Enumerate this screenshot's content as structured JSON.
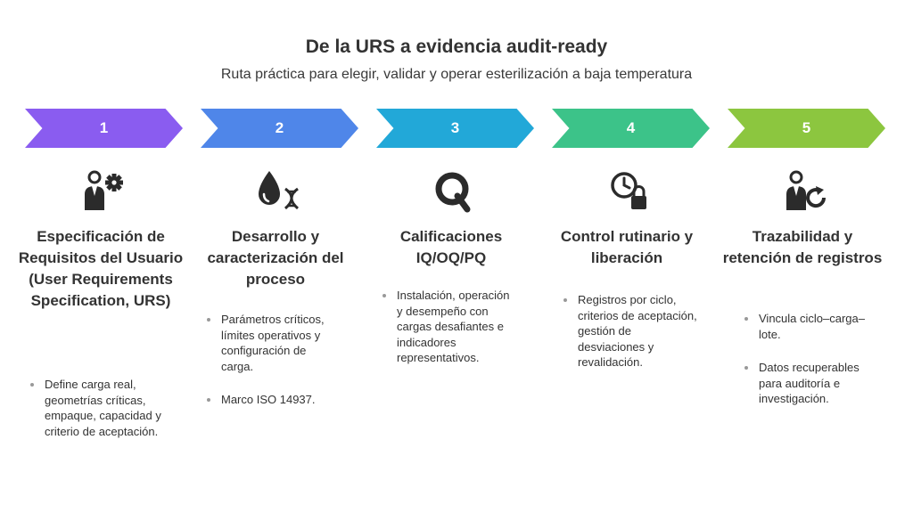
{
  "header": {
    "title": "De la URS a evidencia audit-ready",
    "subtitle": "Ruta práctica para elegir, validar y operar esterilización a baja temperatura"
  },
  "stages": [
    {
      "number": "1",
      "color": "#8a5cf0",
      "icon": "user-gear-icon",
      "title": "Especificación de Requisitos del Usuario (User Requirements Specification, URS)",
      "bullets": [
        "Define carga real, geometrías críticas, empaque, capacidad y criterio de aceptación."
      ]
    },
    {
      "number": "2",
      "color": "#4f86e9",
      "icon": "drop-dna-icon",
      "title": "Desarrollo y caracterización del proceso",
      "bullets": [
        "Parámetros críticos, límites operativos y configuración de carga.",
        "Marco ISO 14937."
      ]
    },
    {
      "number": "3",
      "color": "#22a8d8",
      "icon": "magnifier-q-icon",
      "title": "Calificaciones IQ/OQ/PQ",
      "bullets": [
        "Instalación, operación y desempeño con cargas desafiantes e indicadores representativos."
      ]
    },
    {
      "number": "4",
      "color": "#3cc389",
      "icon": "clock-lock-icon",
      "title": "Control rutinario y liberación",
      "bullets": [
        "Registros por ciclo, criterios de aceptación, gestión de desviaciones y revalidación."
      ]
    },
    {
      "number": "5",
      "color": "#8cc63f",
      "icon": "user-refresh-icon",
      "title": "Trazabilidad y retención de registros",
      "bullets": [
        "Vincula ciclo–carga–lote.",
        "Datos recuperables para auditoría e investigación."
      ]
    }
  ]
}
